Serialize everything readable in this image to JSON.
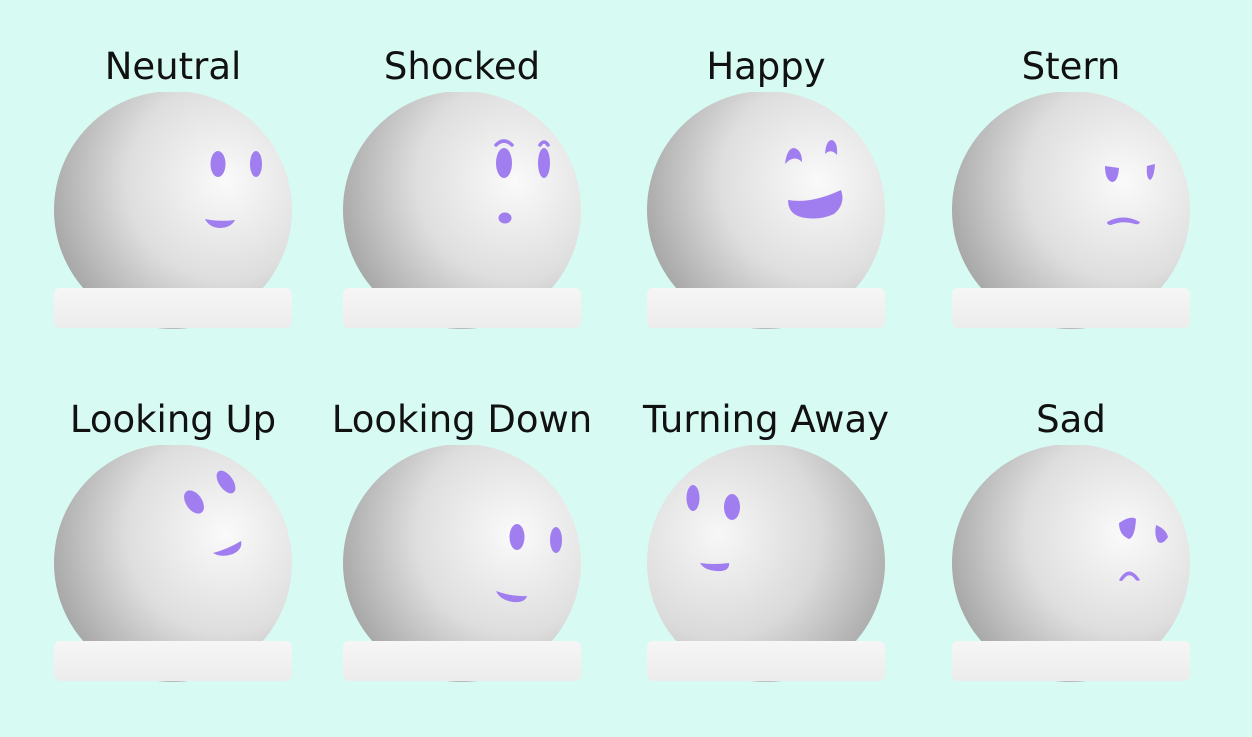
{
  "colors": {
    "background": "#d7fbf2",
    "feature": "#a07ef0",
    "sphere_light": "#fafafa",
    "sphere_dark": "#a8a8a8",
    "base": "#f2f2f2"
  },
  "faces": [
    {
      "label": "Neutral"
    },
    {
      "label": "Shocked"
    },
    {
      "label": "Happy"
    },
    {
      "label": "Stern"
    },
    {
      "label": "Looking Up"
    },
    {
      "label": "Looking Down"
    },
    {
      "label": "Turning Away"
    },
    {
      "label": "Sad"
    }
  ]
}
